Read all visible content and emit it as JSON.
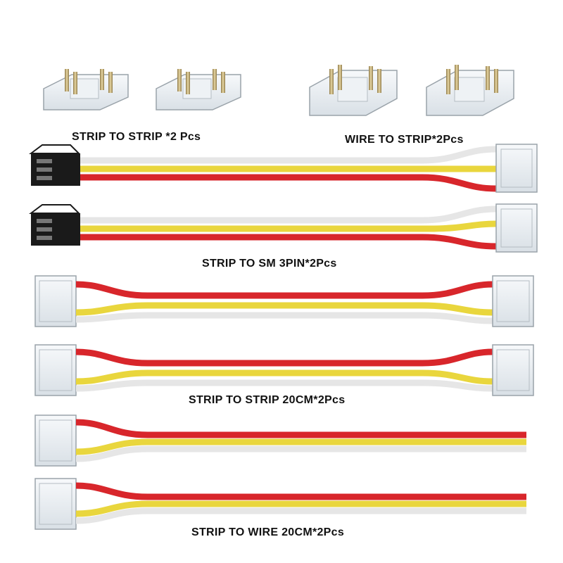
{
  "labels": {
    "strip_to_strip_clip": "STRIP TO STRIP *2 Pcs",
    "wire_to_strip": "WIRE TO STRIP*2Pcs",
    "strip_to_sm": "STRIP TO SM 3PIN*2Pcs",
    "strip_to_strip_20cm": "STRIP TO STRIP 20CM*2Pcs",
    "strip_to_wire_20cm": "STRIP TO WIRE 20CM*2Pcs"
  },
  "colors": {
    "red": "#d8262b",
    "yellow": "#e9d63d",
    "white": "#e6e6e6",
    "connector_body": "#e9eef2",
    "connector_edge": "#9aa3aa",
    "pin_gold": "#c9b27a",
    "sm_black": "#1a1a1a"
  }
}
